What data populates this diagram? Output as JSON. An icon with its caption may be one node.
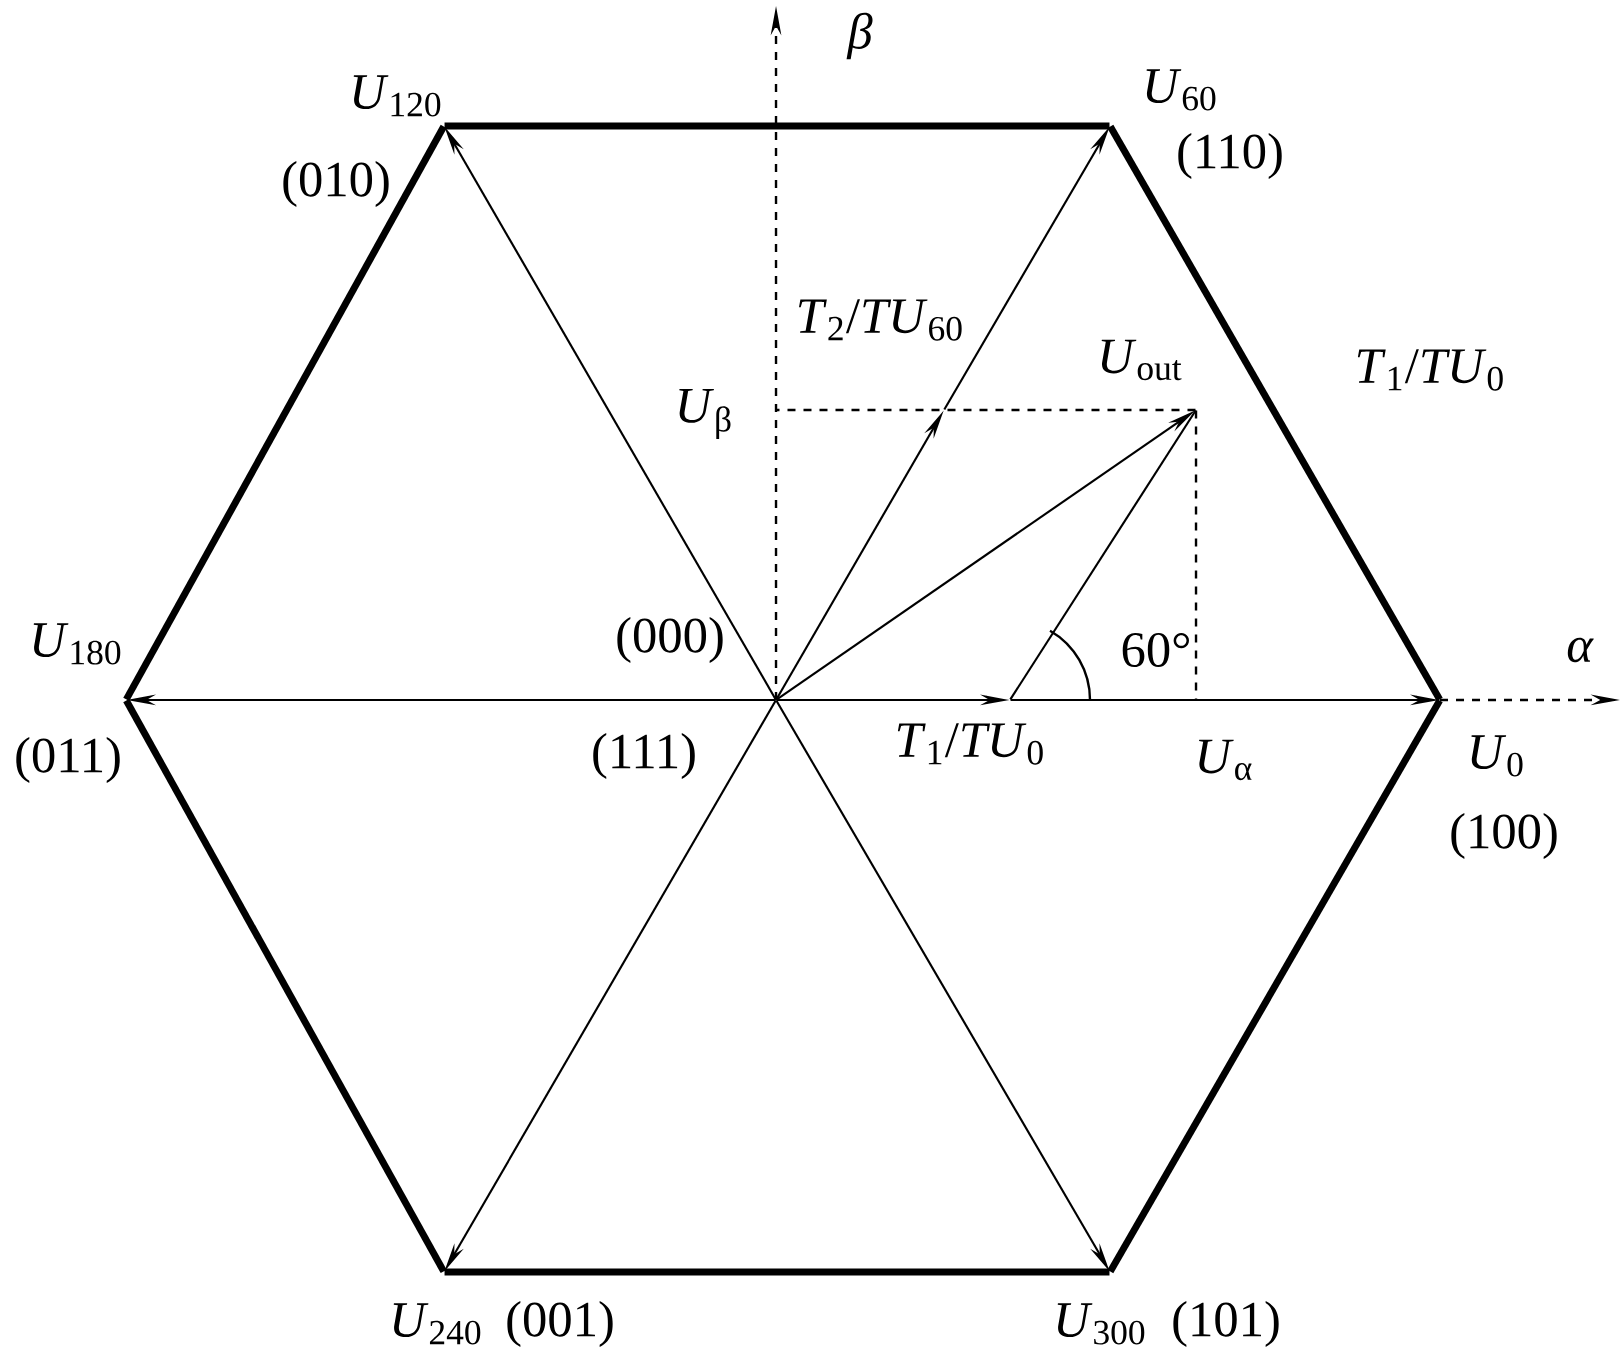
{
  "diagram": {
    "nodes": [
      {
        "text": [],
        "shape": "point",
        "beside": [
          "(000)",
          "(111)"
        ]
      },
      {
        "text": [],
        "shape": "point",
        "beside": [
          "*U*$_{0}$",
          "(100)"
        ]
      },
      {
        "text": [],
        "shape": "point",
        "beside": [
          "*U*$_{60}$",
          "(110)"
        ]
      },
      {
        "text": [],
        "shape": "point",
        "beside": [
          "*U*$_{120}$",
          "(010)"
        ]
      },
      {
        "text": [],
        "shape": "point",
        "beside": [
          "*U*$_{180}$",
          "(011)"
        ]
      },
      {
        "text": [],
        "shape": "point",
        "beside": [
          "*U*$_{240}$",
          "(001)"
        ]
      },
      {
        "text": [],
        "shape": "point",
        "beside": [
          "*U*$_{300}$",
          "(101)"
        ]
      },
      {
        "text": [],
        "shape": "point",
        "beside": [
          "*T*$_{1}$/*TU*$_{0}$"
        ]
      },
      {
        "text": [],
        "shape": "point",
        "beside": [
          "*T*$_{2}$/*TU*$_{60}$"
        ]
      },
      {
        "text": [],
        "shape": "point",
        "beside": [
          "*U*$_{out}$"
        ]
      },
      {
        "text": [],
        "shape": "point",
        "beside": [
          "*U*$_{β}$"
        ]
      },
      {
        "text": [],
        "shape": "point",
        "beside": [
          "*U*$_{α}$"
        ]
      }
    ],
    "edges": [
      {
        "from": 1,
        "to": 2,
        "arrow": "none",
        "style": "thick"
      },
      {
        "from": 2,
        "to": 3,
        "arrow": "none",
        "style": "thick"
      },
      {
        "from": 3,
        "to": 4,
        "arrow": "none",
        "style": "thick"
      },
      {
        "from": 4,
        "to": 5,
        "arrow": "none",
        "style": "thick"
      },
      {
        "from": 5,
        "to": 6,
        "arrow": "none",
        "style": "thick"
      },
      {
        "from": 6,
        "to": 1,
        "arrow": "none",
        "style": "thick"
      },
      {
        "from": 0,
        "to": 7,
        "arrow": "to"
      },
      {
        "from": 7,
        "to": 1,
        "arrow": "to"
      },
      {
        "from": 0,
        "to": 8,
        "arrow": "to"
      },
      {
        "from": 8,
        "to": 2,
        "arrow": "to"
      },
      {
        "from": 0,
        "to": 3,
        "arrow": "to"
      },
      {
        "from": 0,
        "to": 4,
        "arrow": "to"
      },
      {
        "from": 0,
        "to": 5,
        "arrow": "to"
      },
      {
        "from": 0,
        "to": 6,
        "arrow": "to"
      },
      {
        "from": 0,
        "to": 9,
        "arrow": "to"
      },
      {
        "from": 7,
        "to": 9,
        "arrow": "none"
      },
      {
        "from": 9,
        "to": 10,
        "arrow": "none",
        "style": "dashed"
      },
      {
        "from": 9,
        "to": 11,
        "arrow": "none",
        "style": "dashed"
      }
    ],
    "labels": [
      "*T*$_{1}$/*TU*$_{0}$",
      "*β*",
      "*α*",
      "60°"
    ]
  }
}
